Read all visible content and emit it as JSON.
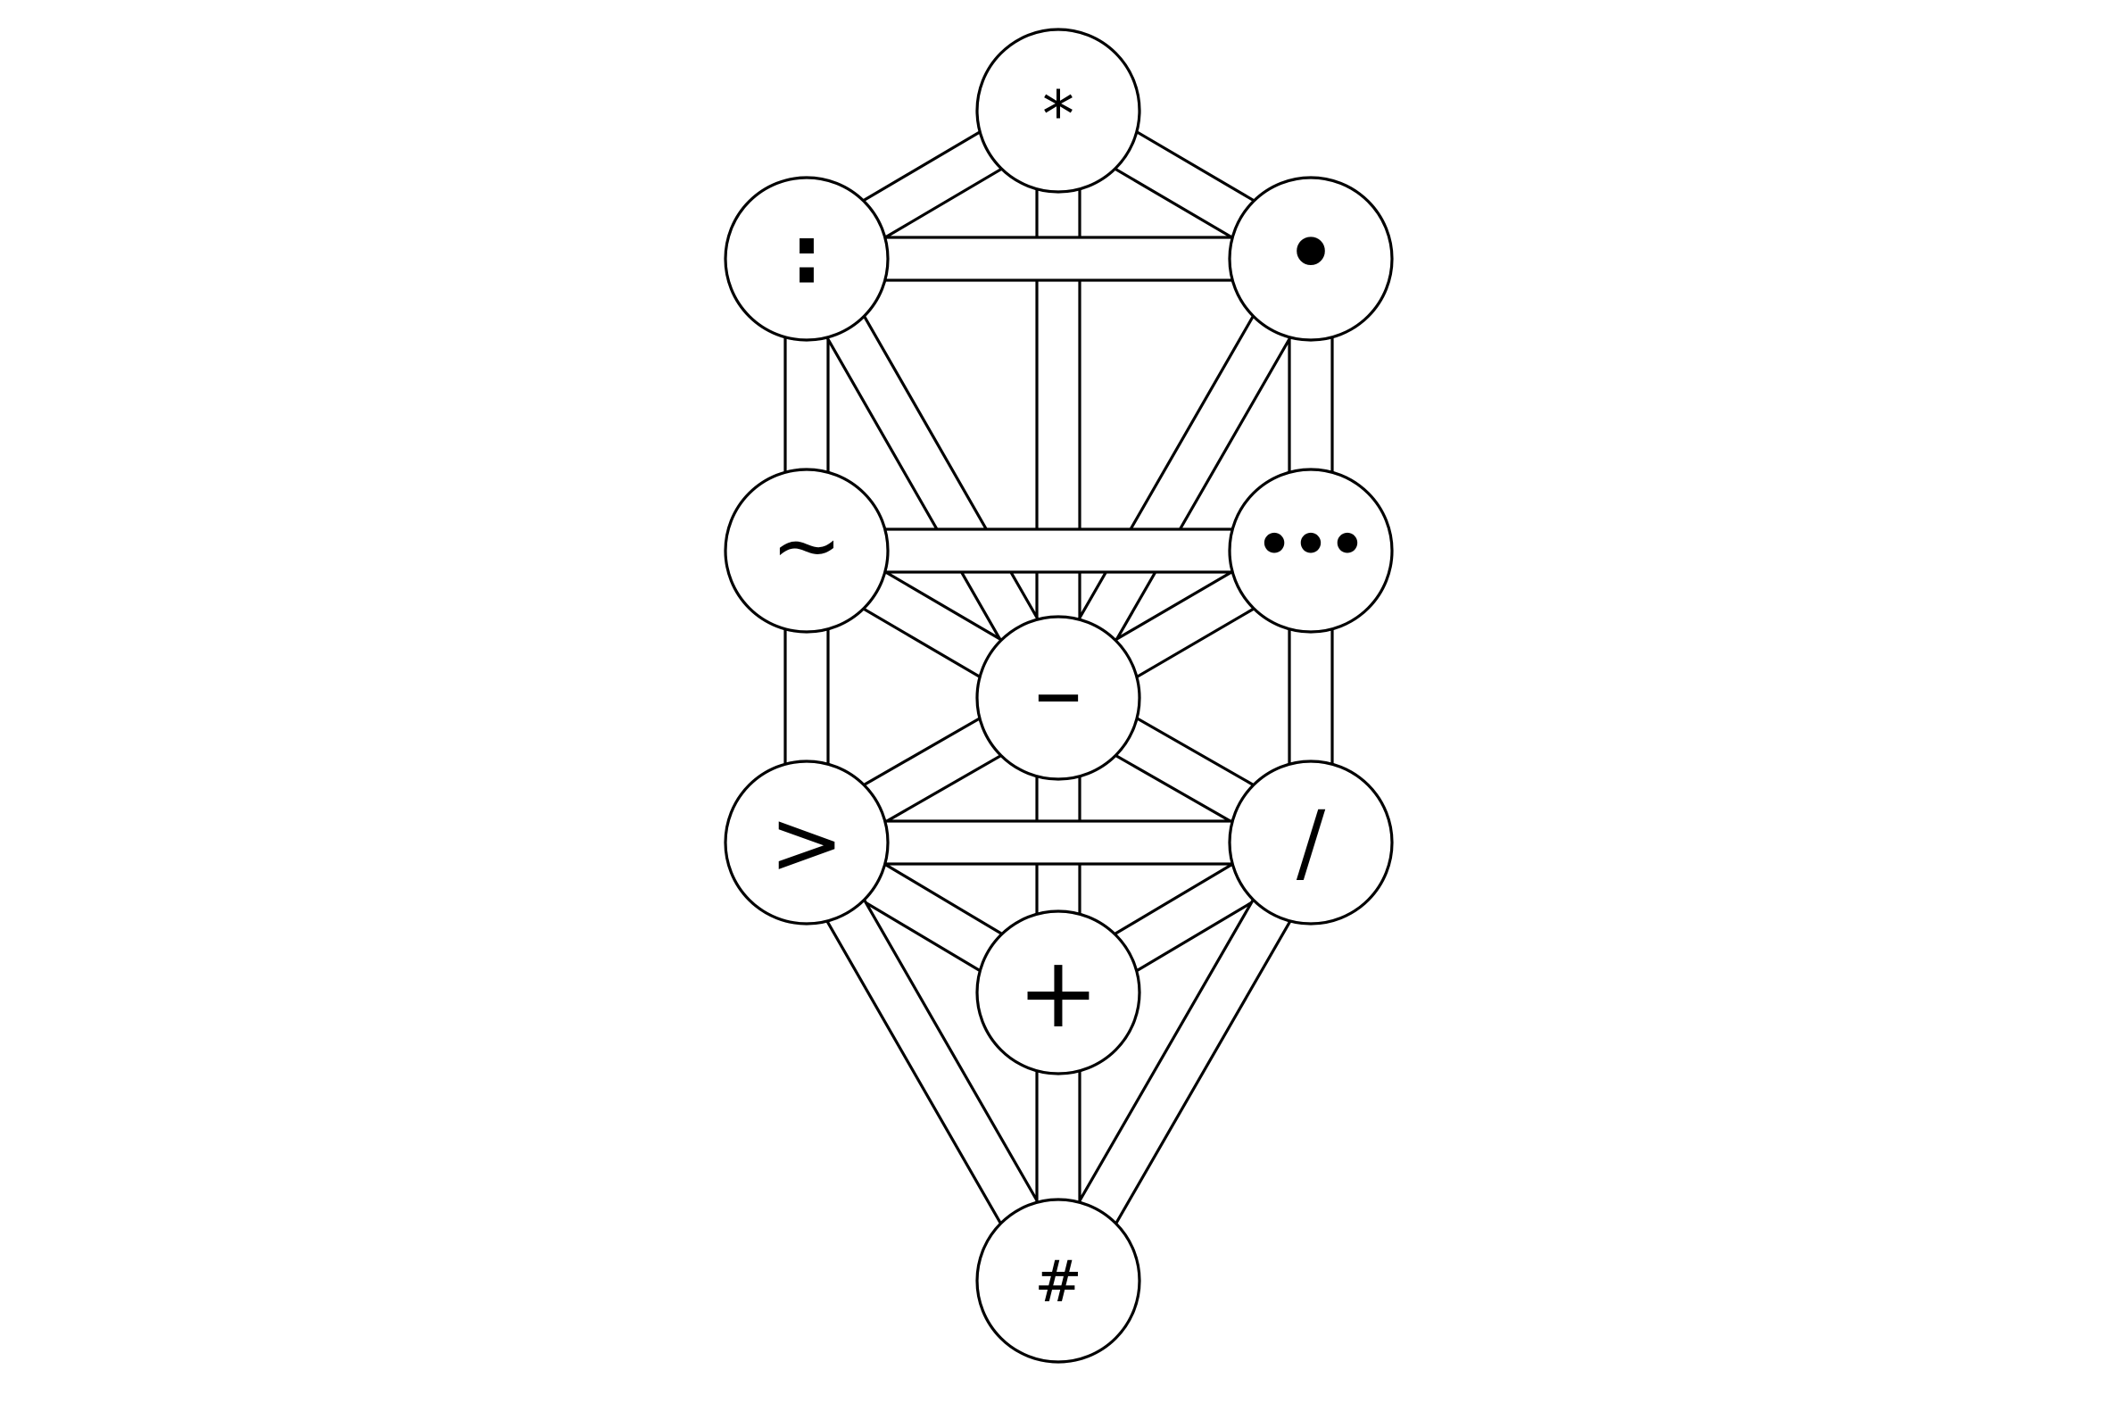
{
  "diagram": {
    "nodes": [
      {
        "id": "top",
        "symbol": "*"
      },
      {
        "id": "upper-left",
        "symbol": ":"
      },
      {
        "id": "upper-right",
        "symbol": "•"
      },
      {
        "id": "middle-left",
        "symbol": "~"
      },
      {
        "id": "middle-right",
        "symbol": "•••"
      },
      {
        "id": "center",
        "symbol": "–"
      },
      {
        "id": "lower-left",
        "symbol": ">"
      },
      {
        "id": "lower-right",
        "symbol": "/"
      },
      {
        "id": "lower-center",
        "symbol": "+"
      },
      {
        "id": "bottom",
        "symbol": "#"
      }
    ],
    "colors": {
      "stroke": "#000000",
      "fill": "#ffffff",
      "background": "#ffffff"
    }
  }
}
